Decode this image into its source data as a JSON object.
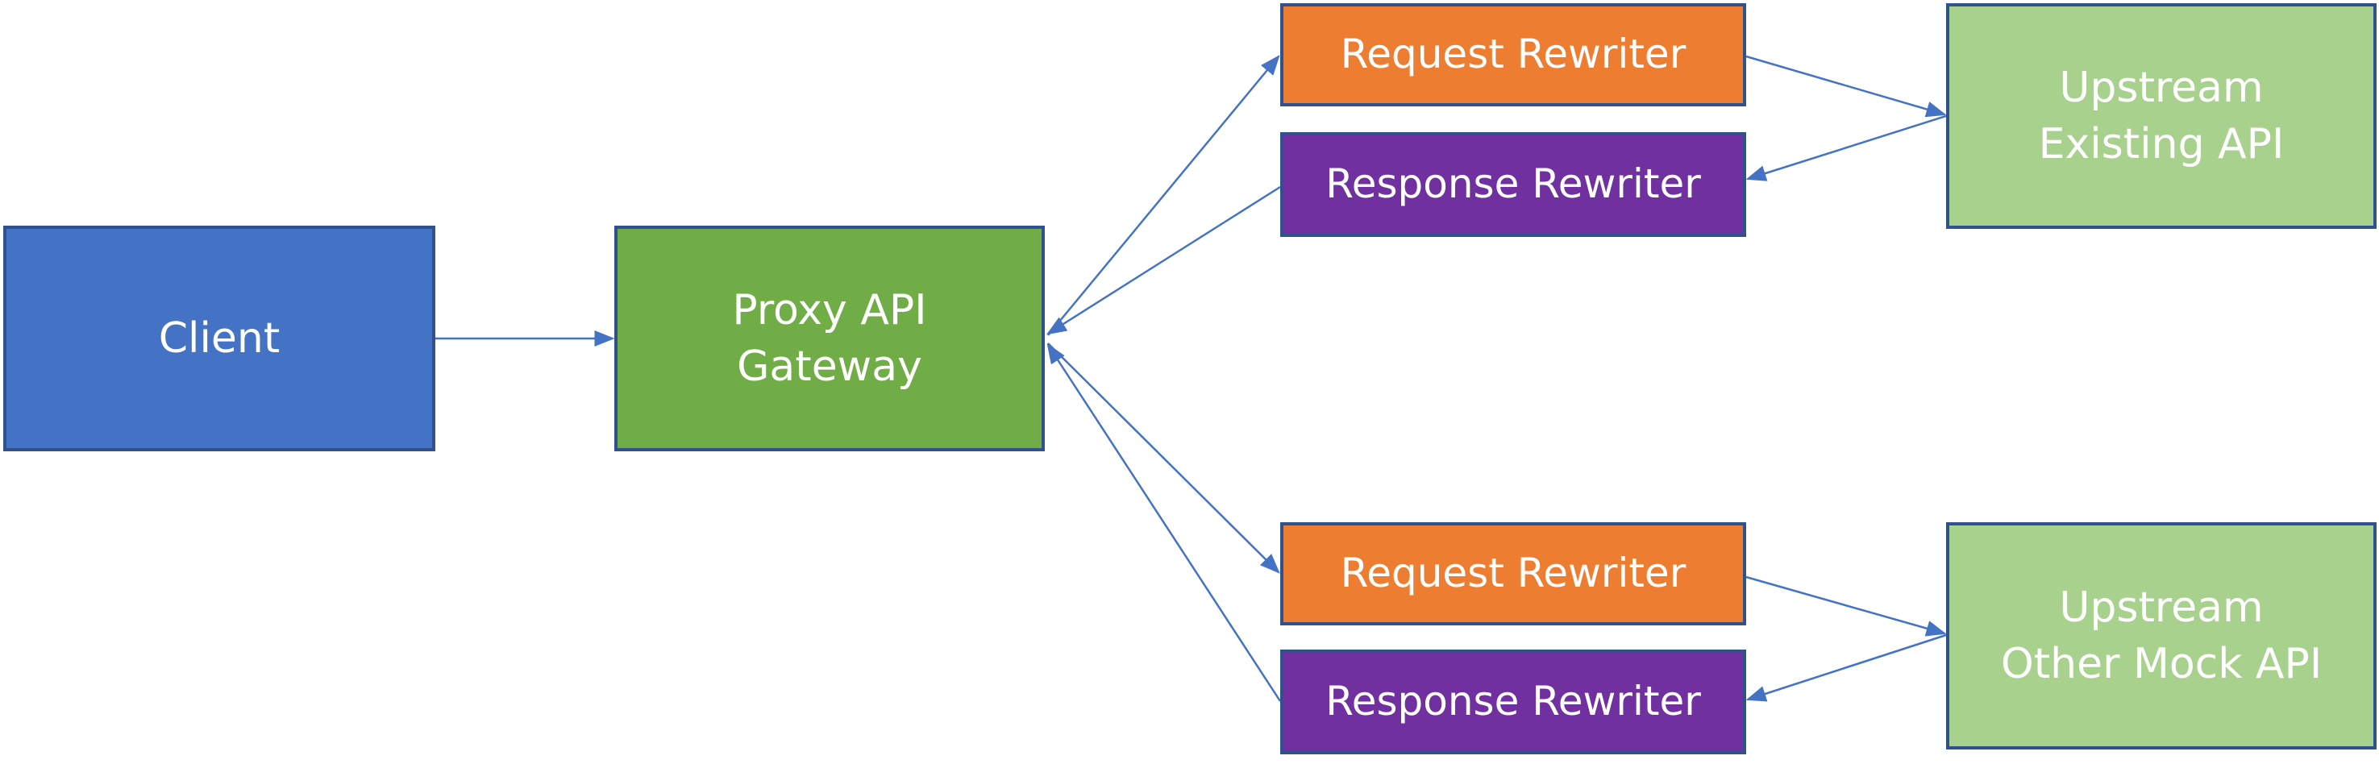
{
  "nodes": {
    "client": {
      "lines": [
        "Client"
      ]
    },
    "proxy": {
      "lines": [
        "Proxy API",
        "Gateway"
      ]
    },
    "request_rewriter_top": {
      "lines": [
        "Request Rewriter"
      ]
    },
    "response_rewriter_top": {
      "lines": [
        "Response Rewriter"
      ]
    },
    "upstream_existing": {
      "lines": [
        "Upstream",
        "Existing API"
      ]
    },
    "request_rewriter_bottom": {
      "lines": [
        "Request Rewriter"
      ]
    },
    "response_rewriter_bottom": {
      "lines": [
        "Response Rewriter"
      ]
    },
    "upstream_mock": {
      "lines": [
        "Upstream",
        "Other Mock API"
      ]
    }
  },
  "colors": {
    "client": "#4472C4",
    "proxy": "#70AD47",
    "request_rewriter": "#ED7D31",
    "response_rewriter": "#7030A0",
    "upstream": "#A9D18E",
    "border": "#2F528F",
    "connector": "#4472C4"
  },
  "edges": [
    {
      "from": "client",
      "to": "proxy"
    },
    {
      "from": "proxy",
      "to": "request_rewriter_top"
    },
    {
      "from": "request_rewriter_top",
      "to": "upstream_existing"
    },
    {
      "from": "upstream_existing",
      "to": "response_rewriter_top"
    },
    {
      "from": "response_rewriter_top",
      "to": "proxy"
    },
    {
      "from": "proxy",
      "to": "request_rewriter_bottom"
    },
    {
      "from": "request_rewriter_bottom",
      "to": "upstream_mock"
    },
    {
      "from": "upstream_mock",
      "to": "response_rewriter_bottom"
    },
    {
      "from": "response_rewriter_bottom",
      "to": "proxy"
    }
  ]
}
